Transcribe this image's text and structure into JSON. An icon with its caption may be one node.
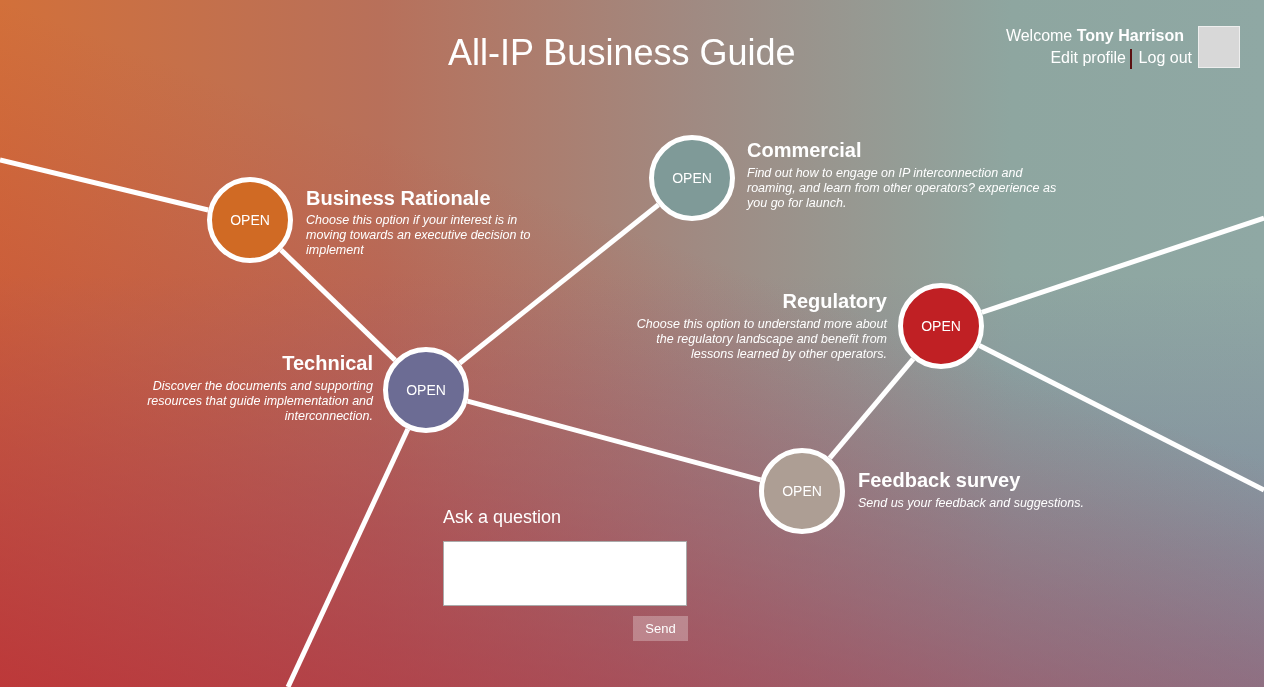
{
  "diagram": {
    "title": "All-IP Business Guide",
    "nodes": [
      {
        "text": [
          "OPEN"
        ],
        "beside": [
          "Business Rationale",
          "Choose this option if your interest is in moving towards an executive decision to implement"
        ]
      },
      {
        "text": [
          "OPEN"
        ],
        "beside": [
          "Commercial",
          "Find out how to engage on IP interconnection and roaming, and learn from other operators? experience as you go for launch."
        ]
      },
      {
        "text": [
          "OPEN"
        ],
        "beside": [
          "Technical",
          "Discover the documents and supporting resources that guide implementation and interconnection."
        ]
      },
      {
        "text": [
          "OPEN"
        ],
        "beside": [
          "Regulatory",
          "Choose this option to understand more about the regulatory landscape and benefit from lessons learned by other operators."
        ]
      },
      {
        "text": [
          "OPEN"
        ],
        "beside": [
          "Feedback survey",
          "Send us your feedback and suggestions."
        ]
      }
    ],
    "edges": [
      {
        "from": null,
        "to": 0,
        "arrow": "none"
      },
      {
        "from": 0,
        "to": 2,
        "arrow": "none"
      },
      {
        "from": 2,
        "to": 1,
        "arrow": "none"
      },
      {
        "from": 2,
        "to": 4,
        "arrow": "none"
      },
      {
        "from": 2,
        "to": null,
        "arrow": "none"
      },
      {
        "from": 4,
        "to": 3,
        "arrow": "none"
      },
      {
        "from": 3,
        "to": null,
        "arrow": "none"
      },
      {
        "from": 3,
        "to": null,
        "arrow": "none"
      }
    ],
    "labels": [
      "Welcome **Tony Harrison**",
      "Edit profile",
      "Log out",
      "Ask a question",
      "Send"
    ]
  }
}
